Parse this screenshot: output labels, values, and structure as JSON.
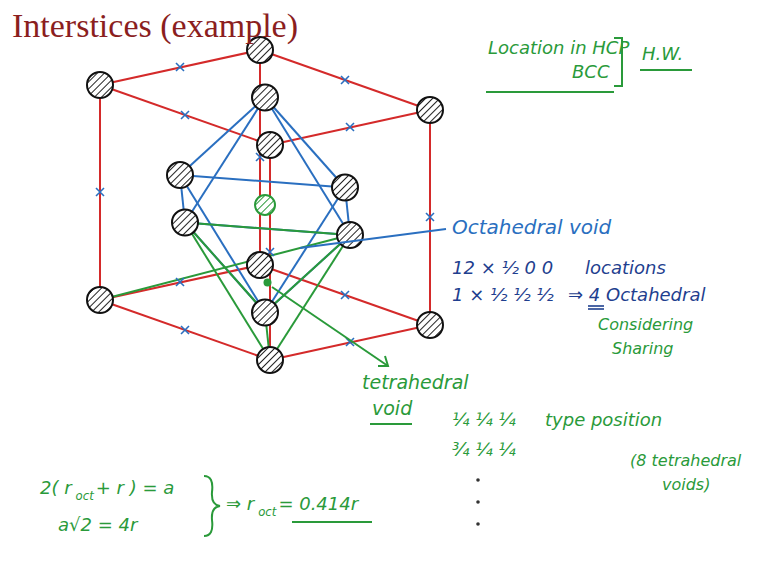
{
  "diagram": {
    "title": "Interstices (example)",
    "labels": [
      "Location in HCP",
      "BCC",
      "H.W.",
      "Octahedral void",
      "12 × ½ 0 0",
      "locations",
      "1 × ½ ½ ½",
      "⇒ 4 Octahedral",
      "Considering",
      "Sharing",
      "tetrahedral",
      "void",
      "¼ ¼ ¼",
      "type position",
      "¾ ¼ ¼",
      "(8 tetrahedral",
      "voids)",
      "2( r",
      "oct",
      "+ r ) = a",
      "a√2 = 4r",
      "⇒ r",
      "oct",
      "= 0.414r"
    ]
  }
}
